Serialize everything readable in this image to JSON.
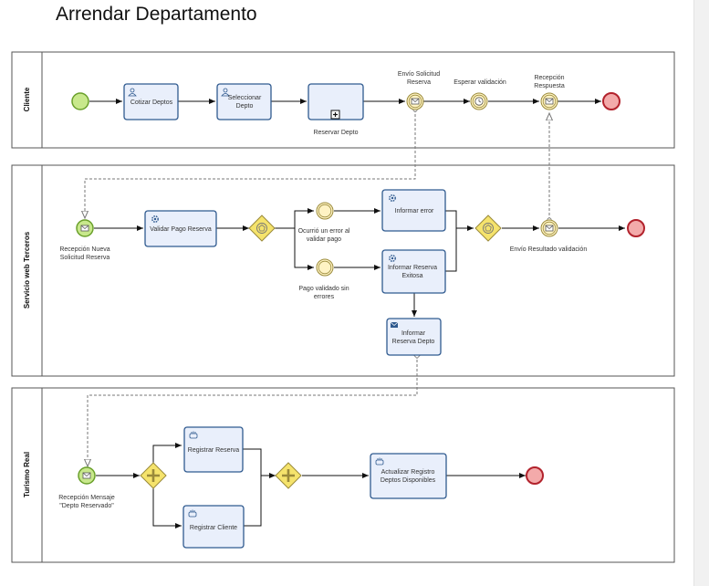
{
  "title": "Arrendar Departamento",
  "lanes": [
    "Cliente",
    "Servicio web Terceros",
    "Turismo Real"
  ],
  "tasks": {
    "cotizar": "Cotizar Deptos",
    "seleccionar": [
      "Seleccionar",
      "Depto"
    ],
    "reservar": "Reservar Depto",
    "validar_pago": "Validar Pago Reserva",
    "informar_error": "Informar error",
    "informar_exitosa": [
      "Informar Reserva",
      "Exitosa"
    ],
    "informar_depto": [
      "Informar",
      "Reserva Depto"
    ],
    "registrar_reserva": "Registrar Reserva",
    "registrar_cliente": "Registrar Cliente",
    "actualizar": [
      "Actualizar Registro",
      "Deptos Disponibles"
    ]
  },
  "events": {
    "envio_solicitud": [
      "Envío Solicitud",
      "Reserva"
    ],
    "esperar": "Esperar validación",
    "recepcion_respuesta": [
      "Recepción",
      "Respuesta"
    ],
    "recepcion_nueva": [
      "Recepción Nueva",
      "Solicitud Reserva"
    ],
    "ocurrio_error": [
      "Ocurrió un error al",
      "validar pago"
    ],
    "pago_validado": [
      "Pago validado sin",
      "errores"
    ],
    "envio_resultado": "Envío Resultado validación",
    "recepcion_mensaje": [
      "Recepción Mensaje",
      "\"Depto Reservado\""
    ]
  },
  "colors": {
    "start": "#c8e88c",
    "end": "#f3aaaa",
    "intermediate": "#fff3c4",
    "gateway": "#f5e36c",
    "task_fill": "#e9effb",
    "task_stroke": "#2f5a8f"
  }
}
